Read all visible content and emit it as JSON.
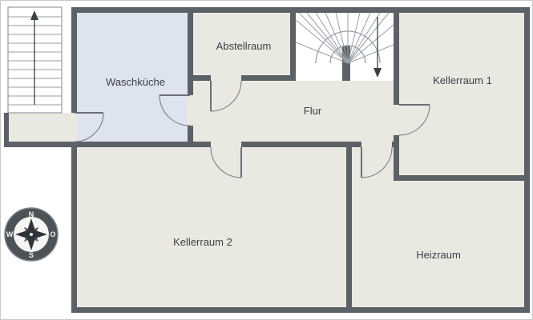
{
  "plan": {
    "rooms": {
      "waschkueche": "Waschküche",
      "abstellraum": "Abstellraum",
      "flur": "Flur",
      "kellerraum1": "Kellerraum 1",
      "kellerraum2": "Kellerraum 2",
      "heizraum": "Heizraum"
    },
    "compass": {
      "north": "N",
      "east": "O",
      "south": "S",
      "west": "W"
    },
    "colors": {
      "wall": "#5c6167",
      "room_fill": "#e9e9e2",
      "waschkueche_fill": "#dde4f0",
      "outline": "#9aa0a6",
      "label": "#3b4046",
      "compass_ring": "#4d5257",
      "compass_star": "#2f3439"
    }
  }
}
